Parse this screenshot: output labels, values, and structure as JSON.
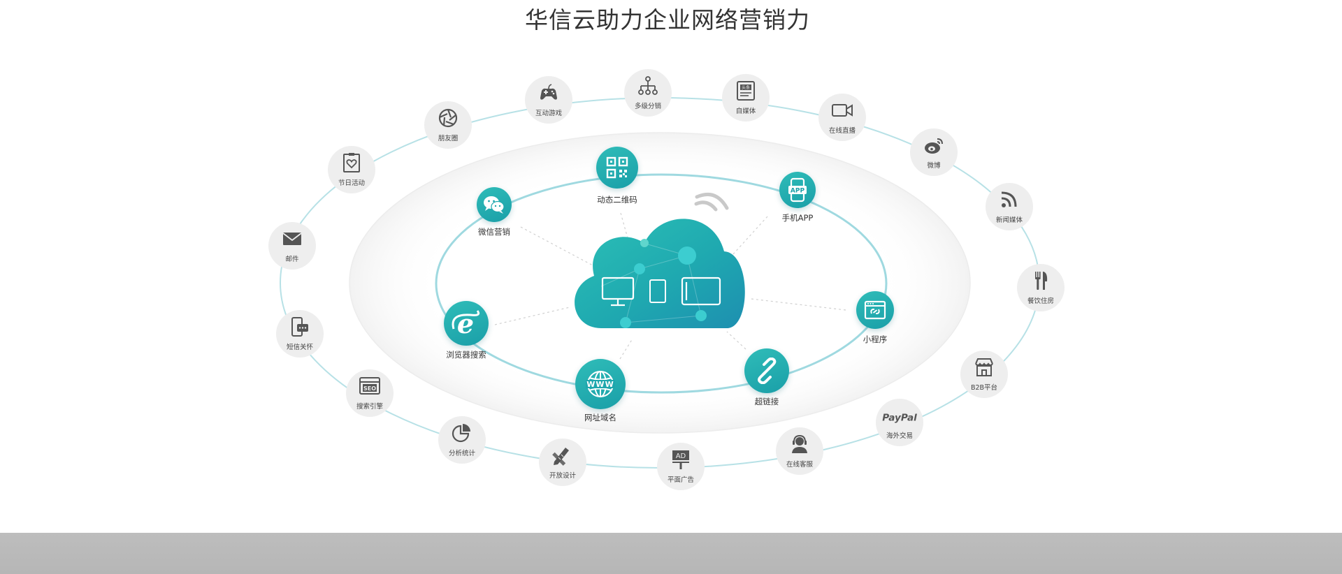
{
  "title": "华信云助力企业网络营销力",
  "outer_ring": [
    {
      "label": "互动游戏",
      "icon": "gamepad-icon"
    },
    {
      "label": "多级分销",
      "icon": "hierarchy-icon"
    },
    {
      "label": "自媒体",
      "icon": "headline-news-icon"
    },
    {
      "label": "在线直播",
      "icon": "video-camera-icon"
    },
    {
      "label": "微博",
      "icon": "weibo-icon"
    },
    {
      "label": "新闻媒体",
      "icon": "rss-icon"
    },
    {
      "label": "餐饮住房",
      "icon": "fork-knife-icon"
    },
    {
      "label": "B2B平台",
      "icon": "store-icon"
    },
    {
      "label": "海外交易",
      "icon": "paypal-icon",
      "icon_text": "PayPal"
    },
    {
      "label": "在线客服",
      "icon": "customer-service-icon"
    },
    {
      "label": "平面广告",
      "icon": "billboard-icon",
      "icon_text": "AD"
    },
    {
      "label": "开放设计",
      "icon": "design-tools-icon"
    },
    {
      "label": "分析统计",
      "icon": "pie-chart-icon"
    },
    {
      "label": "搜索引擎",
      "icon": "seo-icon",
      "icon_text": "SEO"
    },
    {
      "label": "短信关怀",
      "icon": "sms-phone-icon"
    },
    {
      "label": "邮件",
      "icon": "mail-icon"
    },
    {
      "label": "节日活动",
      "icon": "holiday-card-icon"
    },
    {
      "label": "朋友圈",
      "icon": "aperture-icon"
    }
  ],
  "inner_ring": [
    {
      "label": "动态二维码",
      "icon": "qr-code-icon"
    },
    {
      "label": "手机APP",
      "icon": "mobile-app-icon",
      "icon_text": "APP"
    },
    {
      "label": "小程序",
      "icon": "mini-program-icon"
    },
    {
      "label": "超链接",
      "icon": "link-icon"
    },
    {
      "label": "网址域名",
      "icon": "www-globe-icon",
      "icon_text": "WWW"
    },
    {
      "label": "浏览器搜索",
      "icon": "browser-ie-icon"
    },
    {
      "label": "微信营销",
      "icon": "wechat-icon"
    }
  ],
  "colors": {
    "teal": "#21aeb0",
    "teal_dark": "#1a9fa8",
    "ring": "#a9dde3",
    "node_bg": "#eeeeee",
    "footer": "#bababa"
  }
}
